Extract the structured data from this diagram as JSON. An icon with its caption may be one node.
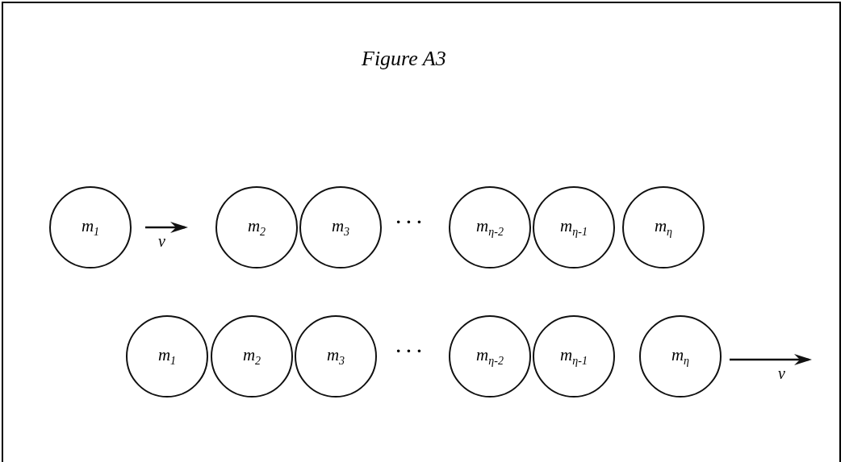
{
  "diagram": {
    "title": "Figure A3",
    "nodes": [
      {
        "text": [
          "m$_{1}$"
        ]
      },
      {
        "text": [
          "m$_{2}$"
        ]
      },
      {
        "text": [
          "m$_{3}$"
        ]
      },
      {
        "text": [
          "m$_{η-2}$"
        ]
      },
      {
        "text": [
          "m$_{η-1}$"
        ]
      },
      {
        "text": [
          "m$_{η}$"
        ]
      },
      {
        "text": [
          "m$_{1}$"
        ]
      },
      {
        "text": [
          "m$_{2}$"
        ]
      },
      {
        "text": [
          "m$_{3}$"
        ]
      },
      {
        "text": [
          "m$_{η-2}$"
        ]
      },
      {
        "text": [
          "m$_{η-1}$"
        ]
      },
      {
        "text": [
          "m$_{η}$"
        ]
      }
    ],
    "edges": [],
    "labels": [
      "v",
      "· · ·",
      "· · ·",
      "v"
    ]
  }
}
